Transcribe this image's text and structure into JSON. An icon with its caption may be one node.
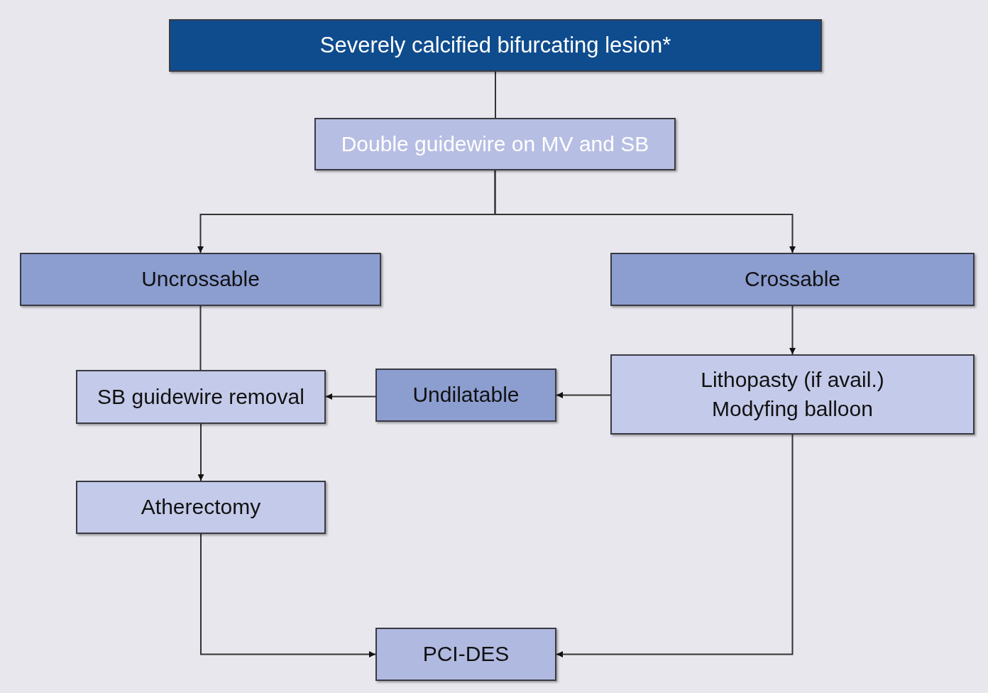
{
  "diagram": {
    "nodes": [
      {
        "text": [
          "Severely calcified bifurcating lesion*"
        ]
      },
      {
        "text": [
          "Double guidewire on MV and SB"
        ]
      },
      {
        "text": [
          "Uncrossable"
        ]
      },
      {
        "text": [
          "Crossable"
        ]
      },
      {
        "text": [
          "Lithopasty (if avail.)",
          "Modyfing balloon"
        ]
      },
      {
        "text": [
          "Undilatable"
        ]
      },
      {
        "text": [
          "SB guidewire removal"
        ]
      },
      {
        "text": [
          "Atherectomy"
        ]
      },
      {
        "text": [
          "PCI-DES"
        ]
      }
    ],
    "edges": [
      {
        "from": 0,
        "to": 1,
        "arrow": "none"
      },
      {
        "from": 1,
        "to": 2,
        "arrow": "to"
      },
      {
        "from": 1,
        "to": 3,
        "arrow": "to"
      },
      {
        "from": 2,
        "to": 6,
        "arrow": "none"
      },
      {
        "from": 3,
        "to": 4,
        "arrow": "to"
      },
      {
        "from": 4,
        "to": 5,
        "arrow": "to"
      },
      {
        "from": 5,
        "to": 6,
        "arrow": "to"
      },
      {
        "from": 6,
        "to": 7,
        "arrow": "to"
      },
      {
        "from": 7,
        "to": 8,
        "arrow": "to"
      },
      {
        "from": 4,
        "to": 8,
        "arrow": "to"
      }
    ]
  }
}
